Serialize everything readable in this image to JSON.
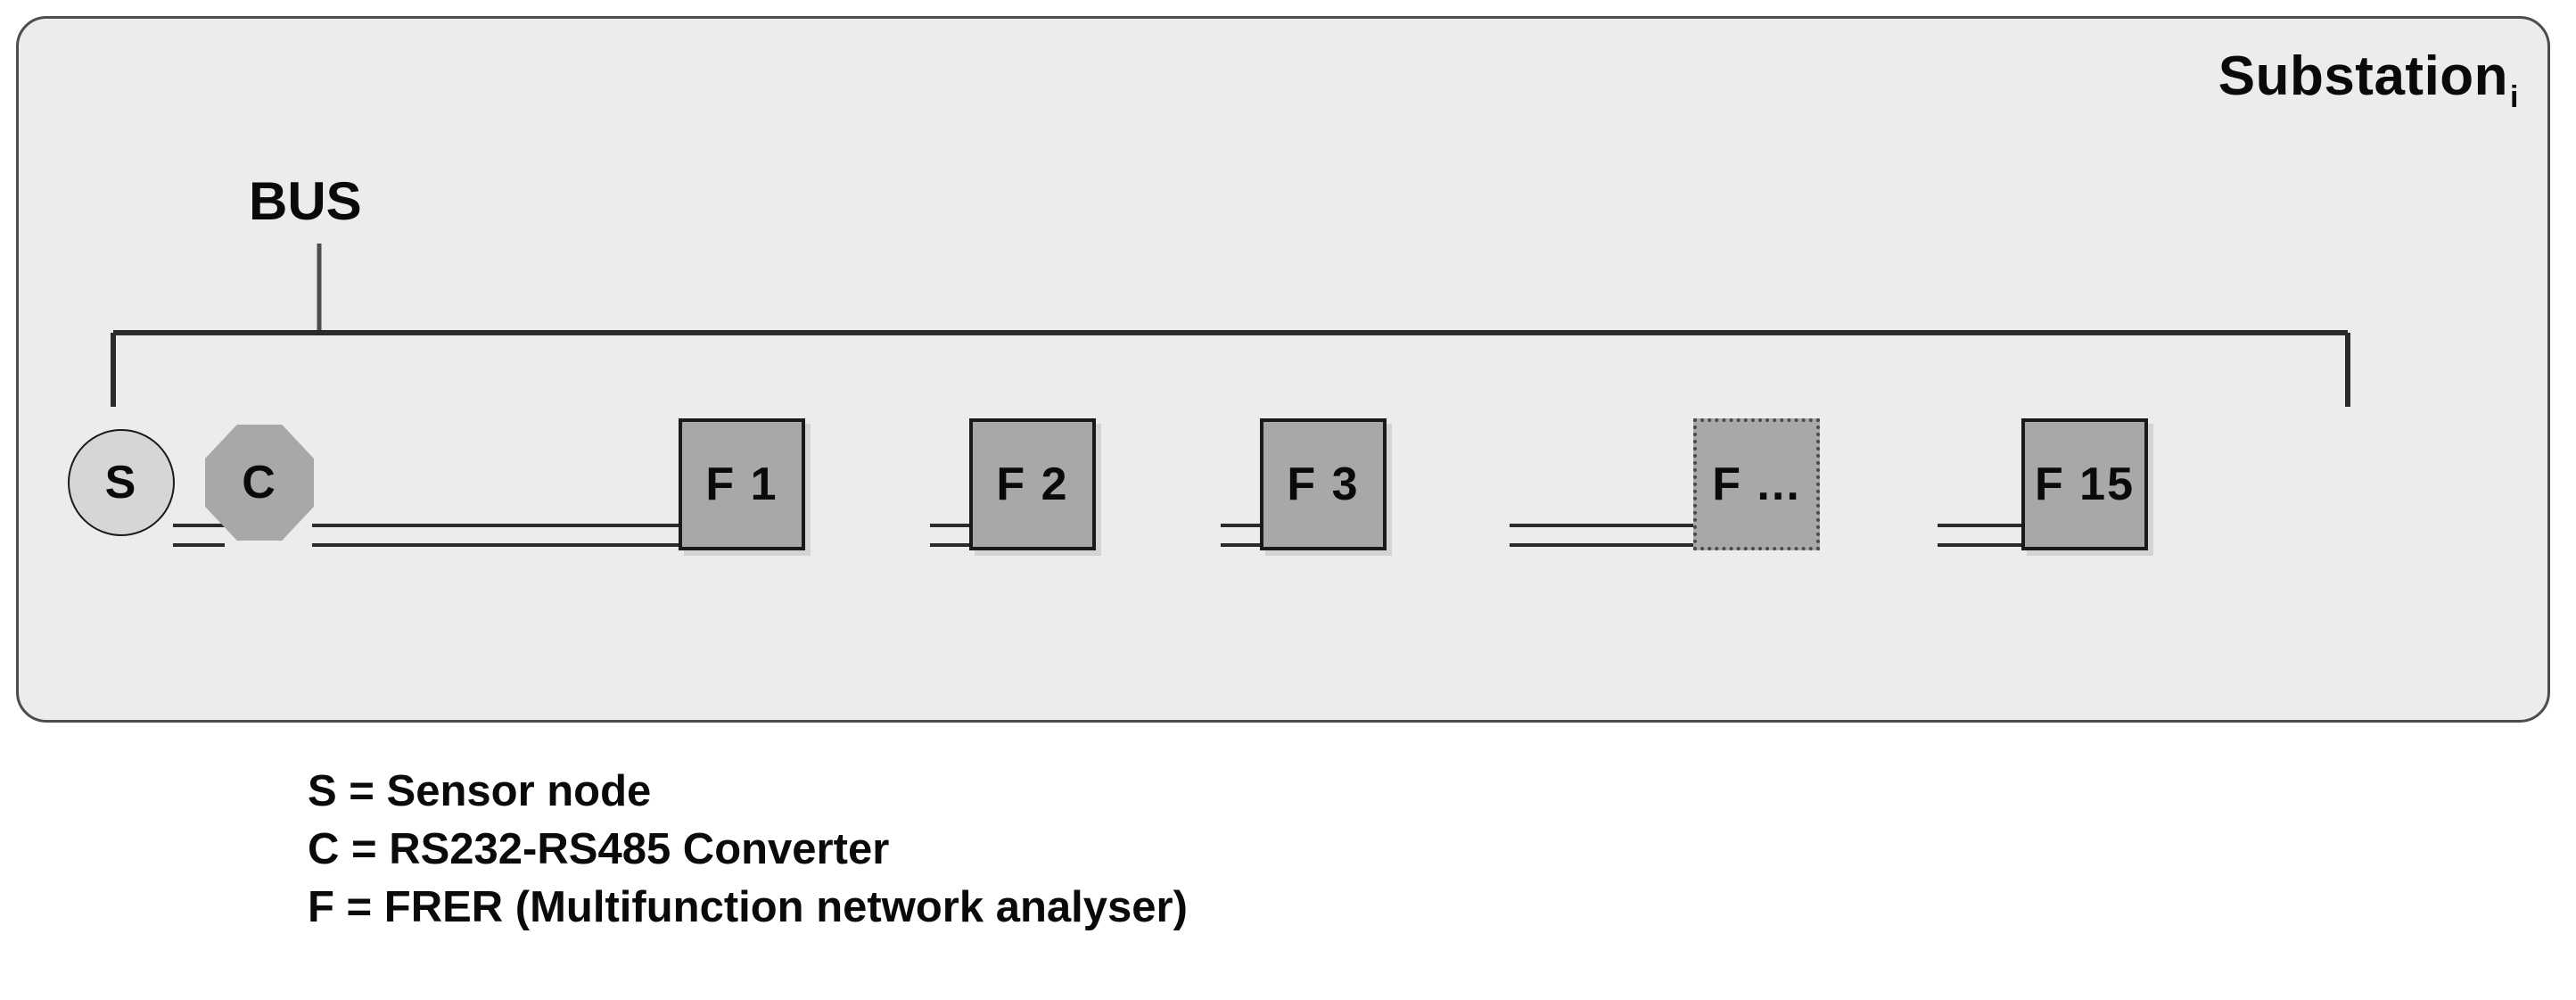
{
  "diagram": {
    "panel_title": "Substation",
    "panel_title_subscript": "i",
    "bus_label": "BUS",
    "colors": {
      "panel_fill": "#ececec",
      "panel_border": "#4d4d4d",
      "sensor_fill": "#d6d6d6",
      "device_fill": "#a8a8a8",
      "line": "#1a1a1a",
      "text": "#0a0a0a",
      "page_background": "#ffffff"
    },
    "nodes": [
      {
        "id": "sensor",
        "label": "S",
        "shape": "circle",
        "style": "solid"
      },
      {
        "id": "converter",
        "label": "C",
        "shape": "octagon",
        "style": "solid"
      },
      {
        "id": "frer-1",
        "label": "F 1",
        "shape": "box",
        "style": "solid"
      },
      {
        "id": "frer-2",
        "label": "F 2",
        "shape": "box",
        "style": "solid"
      },
      {
        "id": "frer-3",
        "label": "F 3",
        "shape": "box",
        "style": "solid"
      },
      {
        "id": "frer-ellipsis",
        "label": "F ...",
        "shape": "box",
        "style": "dotted"
      },
      {
        "id": "frer-15",
        "label": "F 15",
        "shape": "box",
        "style": "solid"
      }
    ],
    "legend": [
      "S = Sensor node",
      "C = RS232-RS485 Converter",
      "F = FRER (Multifunction network analyser)"
    ]
  }
}
